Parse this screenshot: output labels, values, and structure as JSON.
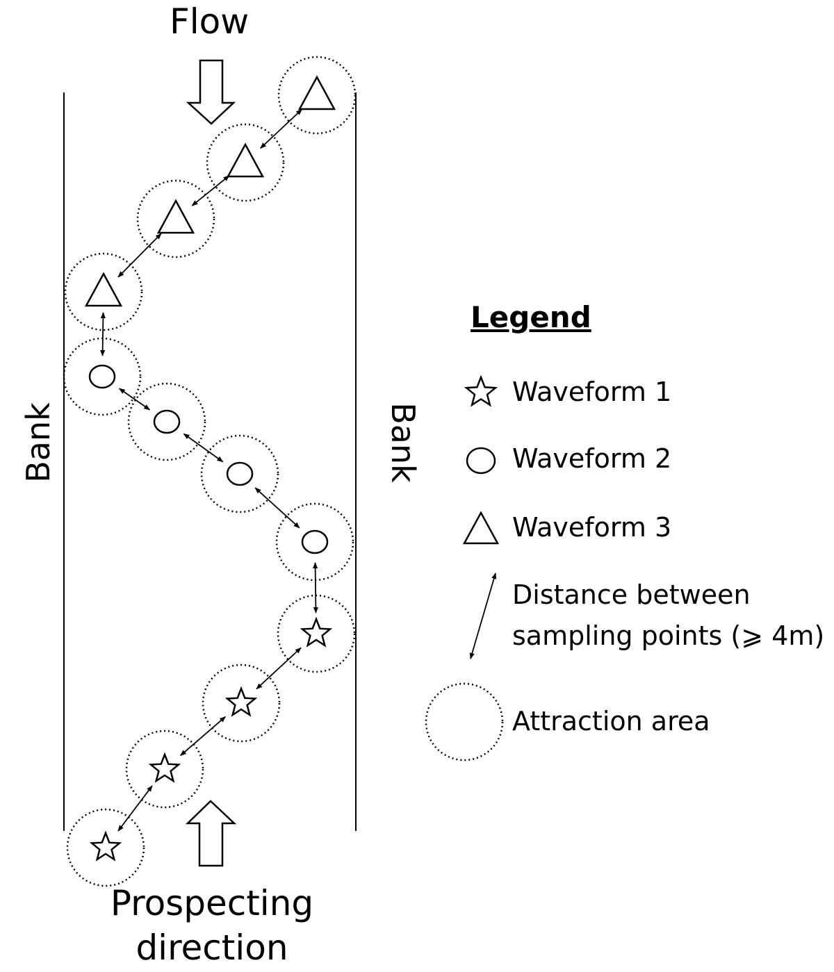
{
  "labels": {
    "flow": "Flow",
    "prospecting": "Prospecting direction",
    "bank_left": "Bank",
    "bank_right": "Bank"
  },
  "legend": {
    "title": "Legend",
    "waveform1": "Waveform 1",
    "waveform2": "Waveform 2",
    "waveform3": "Waveform 3",
    "distance_line1": "Distance between",
    "distance_line2": "sampling points (⩾ 4m)",
    "attraction": "Attraction area"
  },
  "icons": {
    "waveform1": "star-icon",
    "waveform2": "circle-icon",
    "waveform3": "triangle-icon",
    "distance": "double-arrow-icon",
    "attraction": "dotted-circle-icon",
    "flow": "arrow-down-icon",
    "prospecting": "arrow-up-icon"
  },
  "colors": {
    "stroke": "#000000",
    "background": "#ffffff"
  }
}
